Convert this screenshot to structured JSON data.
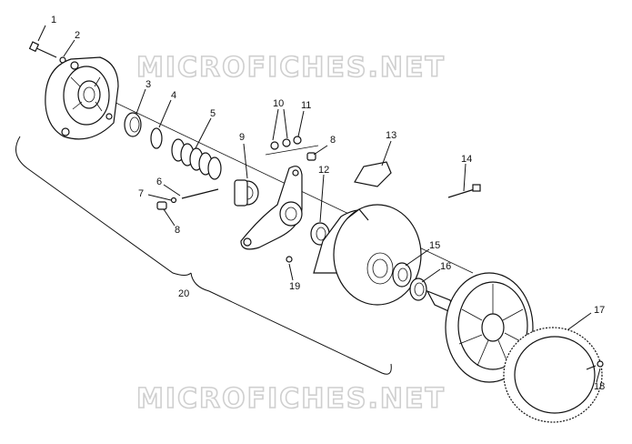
{
  "watermark": "MICROFICHES.NET",
  "labels": [
    "1",
    "2",
    "3",
    "4",
    "5",
    "6",
    "7",
    "8",
    "9",
    "10",
    "11",
    "8",
    "12",
    "13",
    "14",
    "15",
    "16",
    "17",
    "18",
    "19",
    "20"
  ]
}
